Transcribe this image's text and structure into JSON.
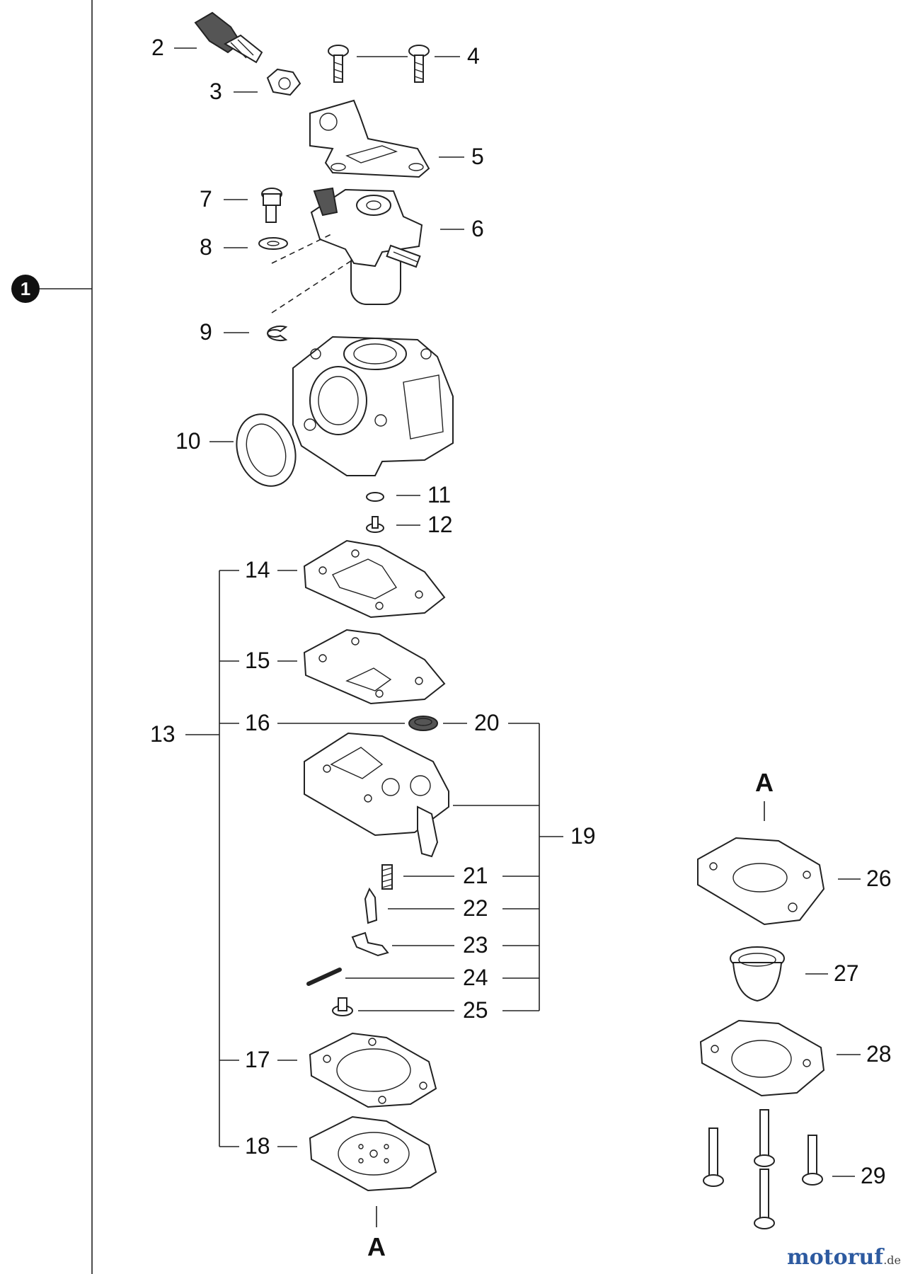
{
  "assembly": {
    "badge": "1",
    "callouts": {
      "p2": "2",
      "p3": "3",
      "p4": "4",
      "p5": "5",
      "p6": "6",
      "p7": "7",
      "p8": "8",
      "p9": "9",
      "p10": "10",
      "p11": "11",
      "p12": "12",
      "p13": "13",
      "p14": "14",
      "p15": "15",
      "p16": "16",
      "p17": "17",
      "p18": "18",
      "p19": "19",
      "p20": "20",
      "p21": "21",
      "p22": "22",
      "p23": "23",
      "p24": "24",
      "p25": "25",
      "p26": "26",
      "p27": "27",
      "p28": "28",
      "p29": "29"
    },
    "view_marker": "A"
  },
  "watermark": {
    "main": "motoruf",
    "tld": ".de"
  }
}
